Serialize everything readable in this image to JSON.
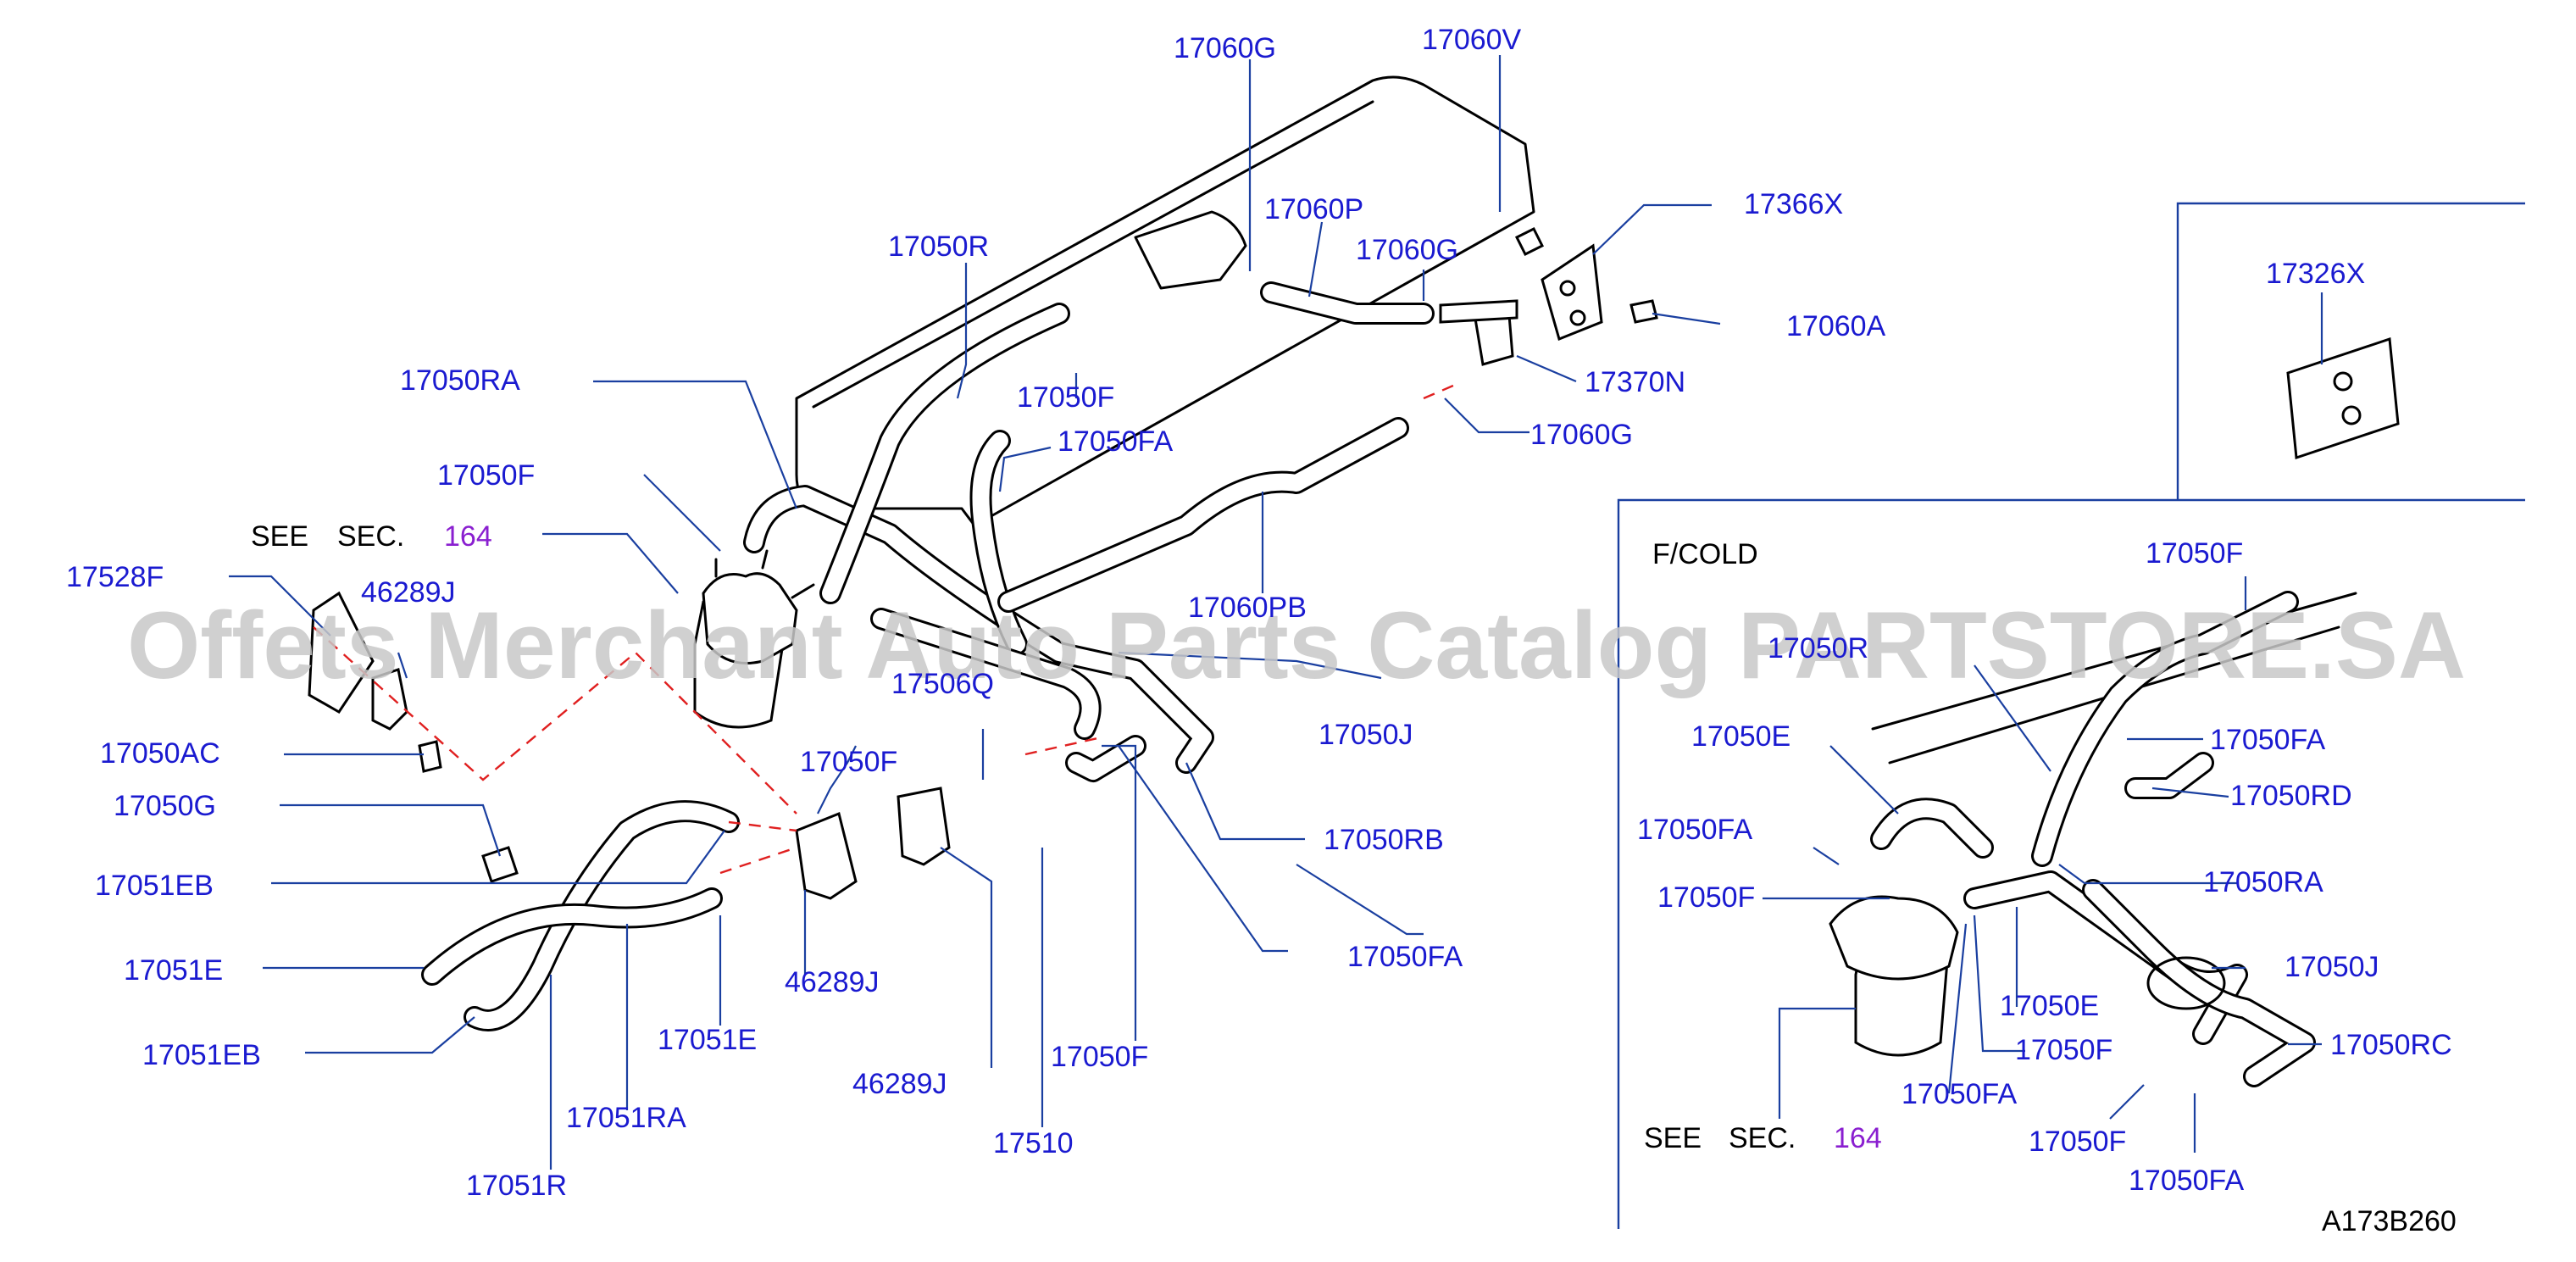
{
  "watermark": "Offets Merchant Auto Parts Catalog PARTSTORE.SA",
  "diagram_code": "A173B260",
  "colors": {
    "label": "#1a1ad0",
    "section_ref": "#8a1fd0",
    "leader": "#1a3fa0",
    "dashed": "#e02020",
    "watermark": "#c8c8c8"
  },
  "main_labels": {
    "p17060G_top": "17060G",
    "p17060V": "17060V",
    "p17366X": "17366X",
    "p17060P": "17060P",
    "p17060G_mid": "17060G",
    "p17050R": "17050R",
    "p17060A": "17060A",
    "p17370N": "17370N",
    "p17050RA": "17050RA",
    "p17050F_a": "17050F",
    "p17060G_low": "17060G",
    "p17050FA_a": "17050FA",
    "p17050F_b": "17050F",
    "p17528F": "17528F",
    "p46289J_a": "46289J",
    "p17060PB": "17060PB",
    "p17506Q": "17506Q",
    "p17050J": "17050J",
    "p17050AC": "17050AC",
    "p17050F_c": "17050F",
    "p17050G": "17050G",
    "p17050RB": "17050RB",
    "p17051EB_a": "17051EB",
    "p17050FA_b": "17050FA",
    "p17051E_a": "17051E",
    "p46289J_b": "46289J",
    "p17051EB_b": "17051EB",
    "p17051E_b": "17051E",
    "p17050F_d": "17050F",
    "p46289J_c": "46289J",
    "p17051RA": "17051RA",
    "p17510": "17510",
    "p17051R": "17051R"
  },
  "see_sec_main": {
    "see": "SEE",
    "sec": "SEC.",
    "num": "164"
  },
  "inset_top": {
    "p17326X": "17326X"
  },
  "inset_cold": {
    "title": "F/COLD",
    "p17050F_a": "17050F",
    "p17050R": "17050R",
    "p17050E_a": "17050E",
    "p17050FA_a": "17050FA",
    "p17050FA_b": "17050FA",
    "p17050RD": "17050RD",
    "p17050F_b": "17050F",
    "p17050RA": "17050RA",
    "p17050J": "17050J",
    "p17050E_b": "17050E",
    "p17050F_c": "17050F",
    "p17050RC": "17050RC",
    "p17050FA_c": "17050FA",
    "p17050F_d": "17050F",
    "p17050FA_d": "17050FA",
    "see_sec": {
      "see": "SEE",
      "sec": "SEC.",
      "num": "164"
    }
  }
}
